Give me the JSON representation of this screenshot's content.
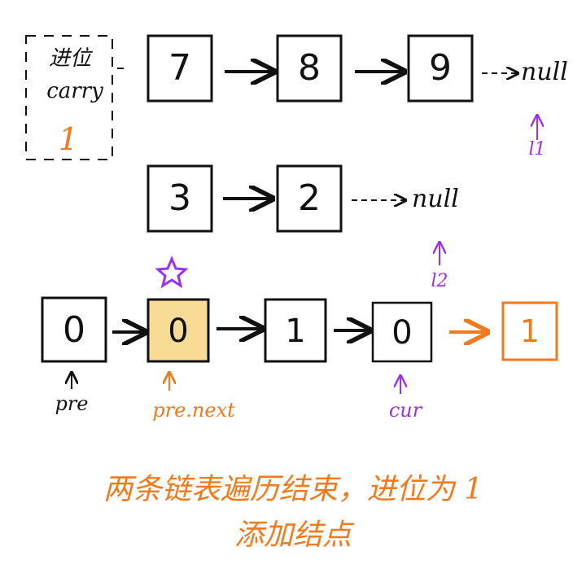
{
  "carry_box": {
    "title": "进位",
    "label": "carry",
    "value": "1"
  },
  "list1": {
    "nodes": [
      "7",
      "8",
      "9"
    ],
    "end": "null",
    "pointer": "l1"
  },
  "list2": {
    "nodes": [
      "3",
      "2"
    ],
    "end": "null",
    "pointer": "l2"
  },
  "result": {
    "nodes": [
      "0",
      "0",
      "1",
      "0",
      "1"
    ],
    "pre_label": "pre",
    "pre_next_label": "pre.next",
    "cur_label": "cur"
  },
  "caption": {
    "line1": "两条链表遍历结束，进位为 1",
    "line2": "添加结点"
  },
  "colors": {
    "ink": "#111111",
    "orange": "#f07a1e",
    "purple": "#9b30f0",
    "highlight": "#f8dc95"
  }
}
